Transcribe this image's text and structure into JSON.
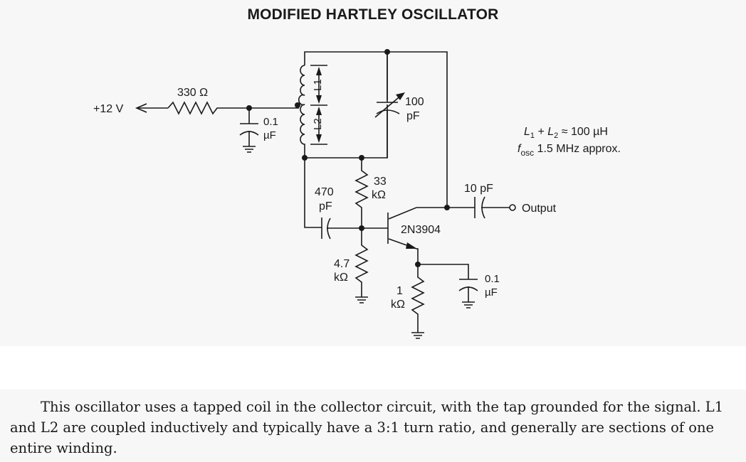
{
  "title": "MODIFIED HARTLEY OSCILLATOR",
  "diagram": {
    "supply_label": "+12 V",
    "components": {
      "r_supply": {
        "value": "330 Ω"
      },
      "c_decouple": {
        "value_line1": "0.1",
        "value_line2": "µF"
      },
      "l1": {
        "label": "L1"
      },
      "l2": {
        "label": "L2"
      },
      "c_tune": {
        "value_line1": "100",
        "value_line2": "pF"
      },
      "r_bias_top": {
        "value_line1": "33",
        "value_line2": "kΩ"
      },
      "c_feedback": {
        "value_line1": "470",
        "value_line2": "pF"
      },
      "transistor": {
        "part": "2N3904"
      },
      "r_bias_bottom": {
        "value_line1": "4.7",
        "value_line2": "kΩ"
      },
      "r_emitter": {
        "value_line1": "1",
        "value_line2": "kΩ"
      },
      "c_emitter": {
        "value_line1": "0.1",
        "value_line2": "µF"
      },
      "c_output": {
        "value": "10 pF"
      }
    },
    "output_label": "Output",
    "notes": {
      "line1_l1": "L",
      "line1_sub1": "1",
      "line1_plus": " + ",
      "line1_l2": "L",
      "line1_sub2": "2",
      "line1_rest": " ≈ 100 µH",
      "line2_f": "f",
      "line2_sub": "osc",
      "line2_rest": " 1.5 MHz approx."
    }
  },
  "caption": "This oscillator uses a tapped coil in the collector circuit, with the tap grounded for the signal. L1 and L2 are coupled inductively and typically have a 3:1 turn ratio, and generally are sections of one entire winding."
}
